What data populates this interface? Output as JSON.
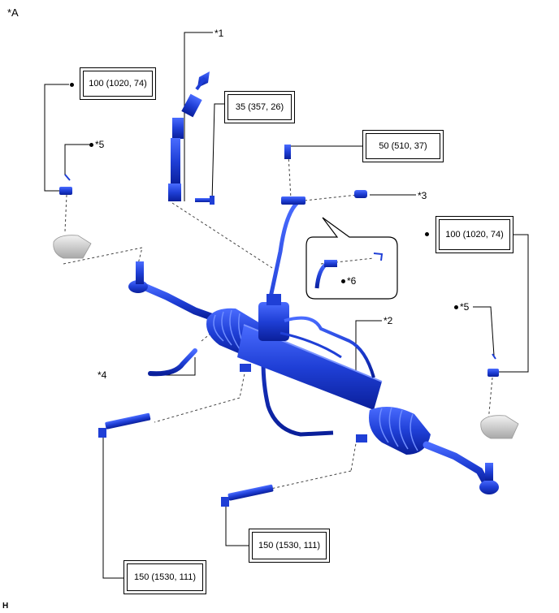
{
  "view_label": "*A",
  "footer_letter": "H",
  "callouts": {
    "c1": "*1",
    "c2": "*2",
    "c3": "*3",
    "c4": "*4",
    "c5_left": "*5",
    "c5_right": "*5",
    "c6": "*6"
  },
  "torques": {
    "t_left_tie_rod_nut": "100 (1020, 74)",
    "t_shaft_bolt": "35 (357, 26)",
    "t_union_bolt": "50 (510, 37)",
    "t_right_tie_rod_nut": "100 (1020, 74)",
    "t_mount_bolt_center": "150 (1530, 111)",
    "t_mount_bolt_left": "150 (1530, 111)"
  },
  "colors": {
    "part_blue": "#1f3fd6",
    "part_dark": "#0a1f9a",
    "knuckle_grey": "#d6d6d6"
  }
}
